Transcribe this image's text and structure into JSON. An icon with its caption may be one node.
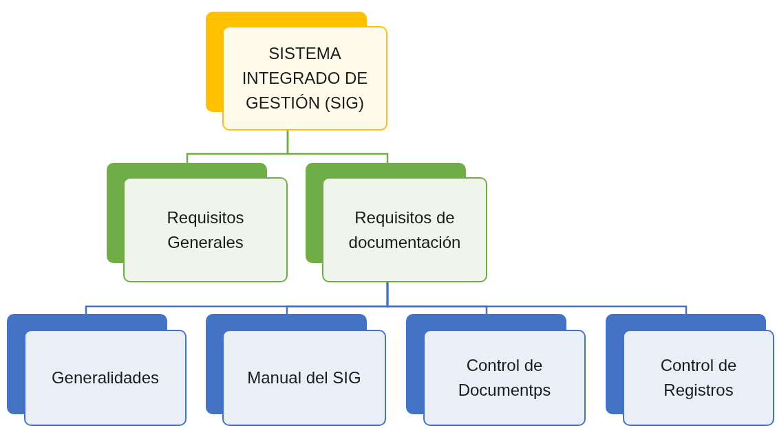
{
  "diagram": {
    "nodes": [
      {
        "text": [
          "SISTEMA INTEGRADO DE GESTIÓN (SIG)"
        ]
      },
      {
        "text": [
          "Requisitos Generales"
        ]
      },
      {
        "text": [
          "Requisitos de documentación"
        ]
      },
      {
        "text": [
          "Generalidades"
        ]
      },
      {
        "text": [
          "Manual del SIG"
        ]
      },
      {
        "text": [
          "Control de Documentps"
        ]
      },
      {
        "text": [
          "Control de Registros"
        ]
      }
    ],
    "edges": [
      {
        "from": 0,
        "to": 1,
        "arrow": "none",
        "color": "#70ad47"
      },
      {
        "from": 0,
        "to": 2,
        "arrow": "none",
        "color": "#70ad47"
      },
      {
        "from": 2,
        "to": 3,
        "arrow": "none"
      },
      {
        "from": 2,
        "to": 4,
        "arrow": "none"
      },
      {
        "from": 2,
        "to": 5,
        "arrow": "none"
      },
      {
        "from": 2,
        "to": 6,
        "arrow": "none"
      }
    ]
  }
}
